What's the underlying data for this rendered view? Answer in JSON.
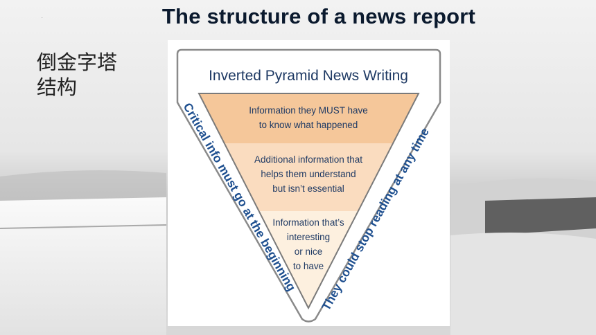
{
  "slide": {
    "title": "The structure of a news report",
    "dot": ".",
    "side_label_line1": "倒金字塔",
    "side_label_line2": "结构"
  },
  "figure": {
    "heading": "Inverted Pyramid News Writing",
    "tiers": [
      {
        "lines": [
          "Information they MUST have",
          "to know what happened"
        ],
        "color": "#f5c79a"
      },
      {
        "lines": [
          "Additional information that",
          "helps them understand",
          "but isn’t essential"
        ],
        "color": "#fadcbf"
      },
      {
        "lines": [
          "Information that’s",
          "interesting",
          "or nice",
          "to have"
        ],
        "color": "#fdf0df"
      }
    ],
    "left_caption": "Critical info must go at the beginning",
    "right_caption": "They could stop reading at any time",
    "text_color": "#1f3a64",
    "caption_color": "#1e4f8f",
    "frame_color": "#8a8a8a"
  }
}
